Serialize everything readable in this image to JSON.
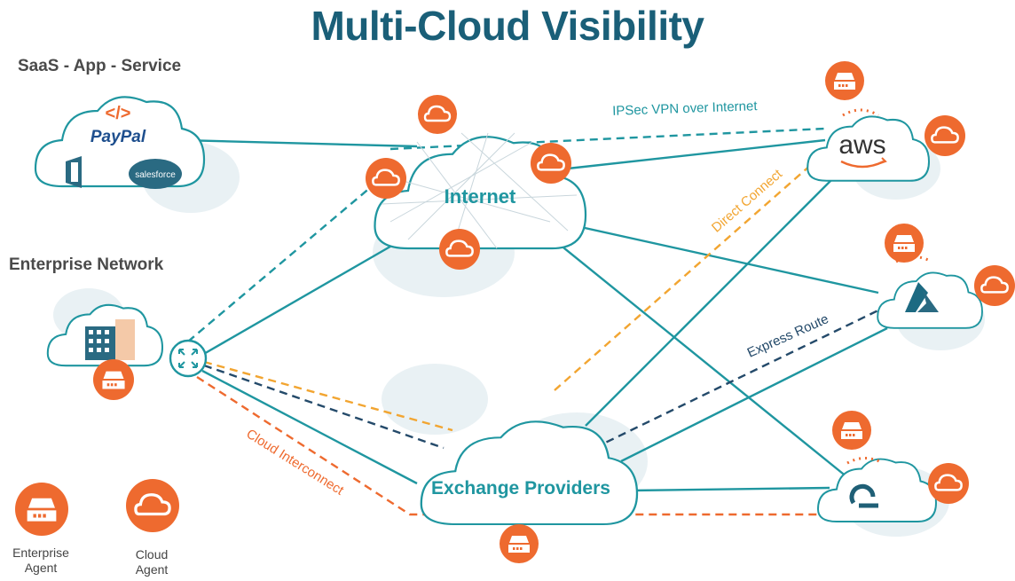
{
  "title": "Multi-Cloud Visibility",
  "sections": {
    "saas": "SaaS - App - Service",
    "enterprise": "Enterprise Network"
  },
  "saas_logos": {
    "code": "</>",
    "paypal": "PayPal",
    "salesforce": "salesforce"
  },
  "clouds": {
    "internet": "Internet",
    "exchange": "Exchange Providers",
    "aws": "aws"
  },
  "links": {
    "ipsec": "IPSec VPN over Internet",
    "direct_connect": "Direct Connect",
    "express_route": "Express Route",
    "cloud_interconnect": "Cloud Interconnect"
  },
  "legend": {
    "enterprise_agent_line1": "Enterprise",
    "enterprise_agent_line2": "Agent",
    "cloud_agent_line1": "Cloud",
    "cloud_agent_line2": "Agent"
  },
  "colors": {
    "title": "#1a5f78",
    "teal": "#1f96a0",
    "orange": "#ee6a2f",
    "amber": "#f2a531",
    "navy": "#244a6a",
    "cloud_shadow": "#e9f1f4"
  },
  "icons": [
    "enterprise-agent-icon",
    "cloud-agent-icon",
    "router-icon",
    "aws-logo",
    "azure-logo",
    "google-cloud-logo",
    "office-logo",
    "building-icon"
  ]
}
